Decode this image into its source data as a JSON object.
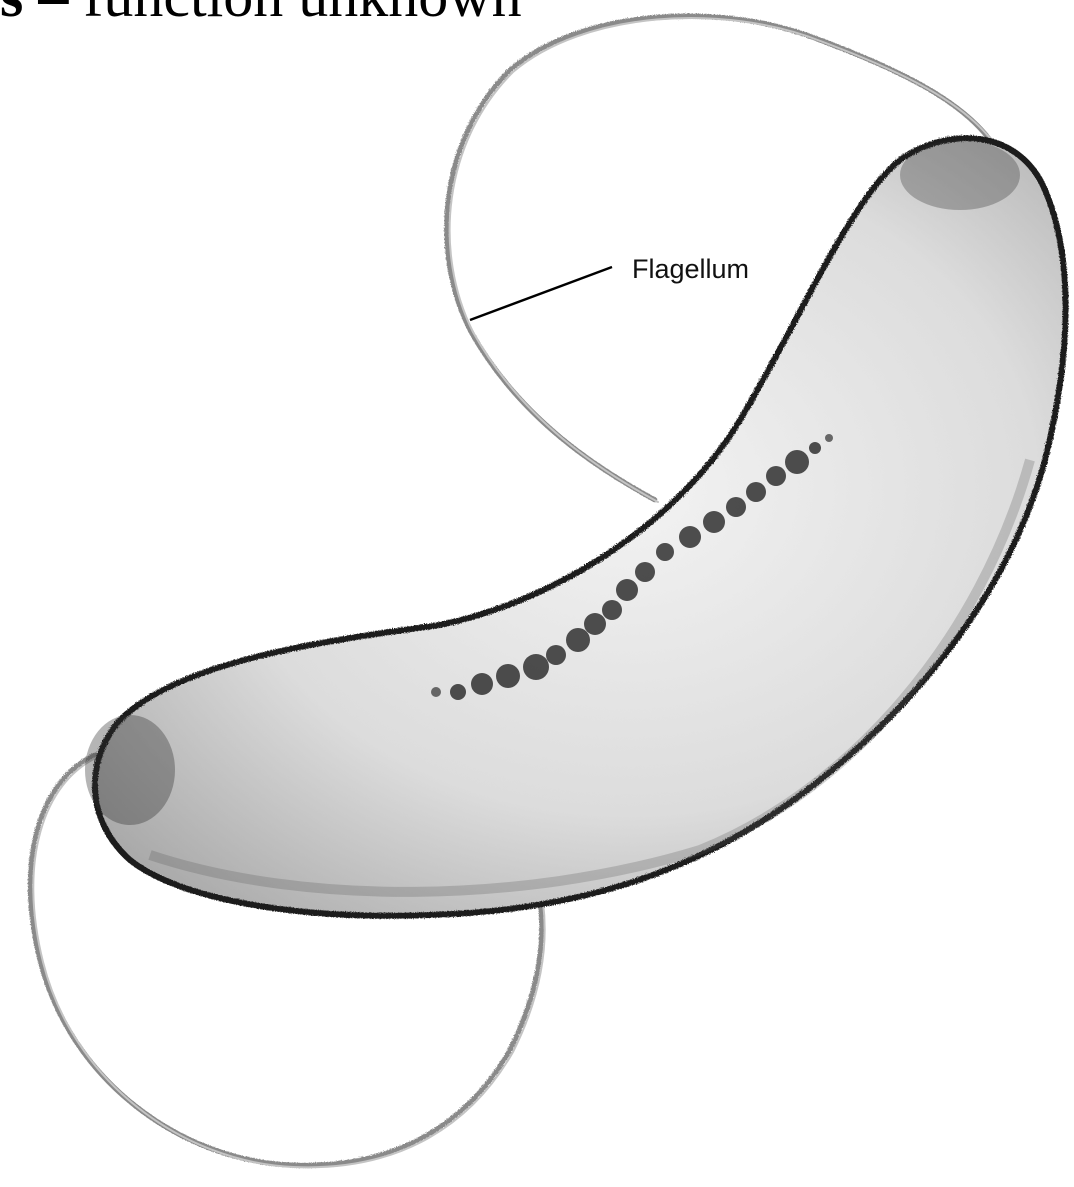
{
  "heading": {
    "bold_part": "s –",
    "rest_part": " function unknown"
  },
  "illustration": {
    "labels": {
      "flagellum": "Flagellum"
    },
    "colors": {
      "body_outline": "#1a1a1a",
      "body_fill": "#e8e8e8",
      "flagellum": "#8a8a8a",
      "magnetosome": "#303030"
    }
  }
}
